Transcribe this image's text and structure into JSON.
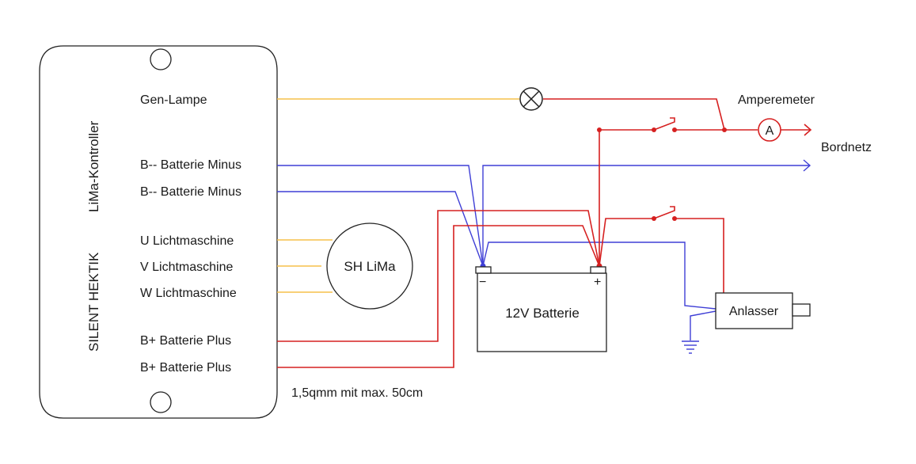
{
  "controller": {
    "brand": "SILENT HEKTIK",
    "model": "LiMa-Kontroller",
    "terminals": [
      "Gen-Lampe",
      "B-- Batterie Minus",
      "B-- Batterie Minus",
      "U  Lichtmaschine",
      "V  Lichtmaschine",
      "W  Lichtmaschine",
      "B+  Batterie Plus",
      "B+  Batterie Plus"
    ]
  },
  "alternator": {
    "label": "SH LiMa"
  },
  "battery": {
    "label": "12V Batterie",
    "minus_symbol": "−",
    "plus_symbol": "+"
  },
  "starter": {
    "label": "Anlasser"
  },
  "ammeter": {
    "label": "Amperemeter",
    "symbol": "A"
  },
  "onboard_network": {
    "label": "Bordnetz"
  },
  "wiring_note": "1,5qmm mit max. 50cm",
  "colors": {
    "lamp_wire": "#f5c04a",
    "phase_wire": "#f5c04a",
    "minus_wire": "#3f3fd6",
    "plus_wire": "#d62020"
  }
}
